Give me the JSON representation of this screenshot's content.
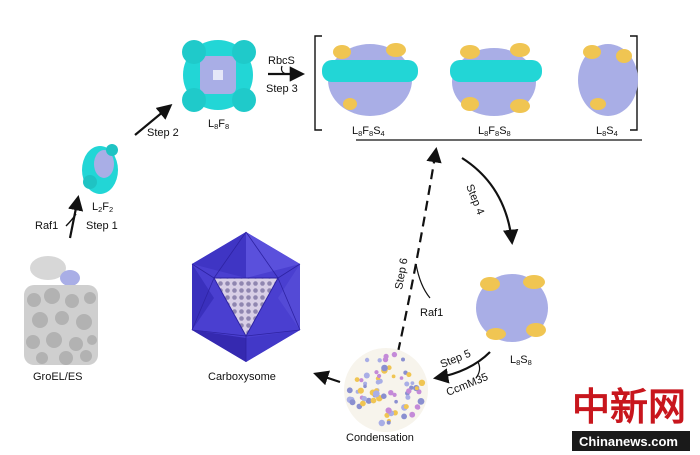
{
  "colors": {
    "large_subunit": "#a9aee6",
    "raf1": "#22d6d6",
    "small_subunit": "#f0c552",
    "chaperone": "#c9c9c9",
    "shell": "#4a3fd0",
    "shell_dark": "#2e23a3",
    "arrow": "#111111",
    "watermark": "#c8161d"
  },
  "labels": {
    "groel": "GroEL/ES",
    "raf1_in": "Raf1",
    "step1": "Step 1",
    "l2f2": {
      "base": "L",
      "s1": "2",
      "mid": "F",
      "s2": "2"
    },
    "step2": "Step 2",
    "l8f8": {
      "base": "L",
      "s1": "8",
      "mid": "F",
      "s2": "8"
    },
    "rbcs": "RbcS",
    "step3": "Step 3",
    "l8f8s4": {
      "a": "L",
      "s1": "8",
      "b": "F",
      "s2": "8",
      "c": "S",
      "s3": "4"
    },
    "l8f8s8": {
      "a": "L",
      "s1": "8",
      "b": "F",
      "s2": "8",
      "c": "S",
      "s3": "8"
    },
    "l8s4": {
      "a": "L",
      "s1": "8",
      "b": "S",
      "s2": "4"
    },
    "step4": "Step 4",
    "l8s8": {
      "a": "L",
      "s1": "8",
      "b": "S",
      "s2": "8"
    },
    "step5": "Step 5",
    "ccmm35": "CcmM35",
    "step6": "Step 6",
    "raf1_out": "Raf1",
    "condensation": "Condensation",
    "carboxysome": "Carboxysome"
  },
  "watermark": {
    "chinese": "中新网",
    "site": "Chinanews.com"
  }
}
